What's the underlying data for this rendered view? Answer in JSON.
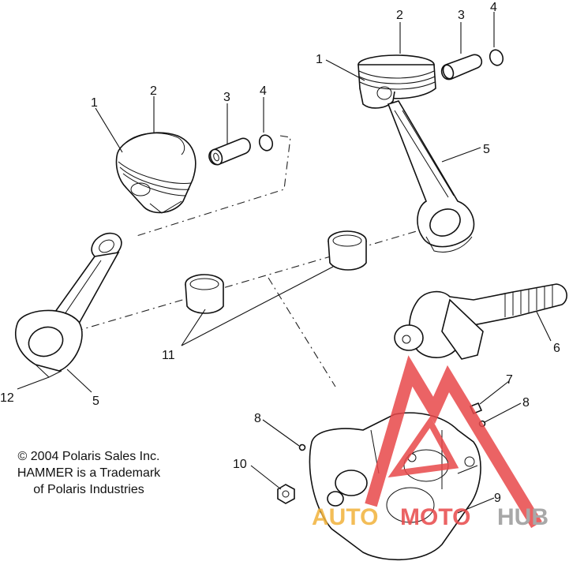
{
  "callouts": {
    "upper_piston_num": "1",
    "upper_piston_crown_num": "2",
    "upper_pin_num": "3",
    "upper_clip_num": "4",
    "upper_rod_num": "5",
    "left_piston_num": "1",
    "left_crown_num": "2",
    "left_pin_num": "3",
    "left_clip_num": "4",
    "lower_rod_num": "5",
    "output_shaft_num": "6",
    "dowel_right_num": "7",
    "plug_right_num": "8",
    "plug_left_num": "8",
    "crankshaft_num": "9",
    "nut_num": "10",
    "bearings_num": "11",
    "rod_bolt_num": "12"
  },
  "copyright": {
    "line1": "© 2004 Polaris Sales Inc.",
    "line2": "HAMMER is a Trademark",
    "line3": "of Polaris Industries"
  },
  "watermark": {
    "text_orange": "AUTO",
    "text_red": "MOTO",
    "text_gray": "HUB",
    "colors": {
      "red": "#e8484a",
      "orange": "#f2b23a",
      "gray": "#9a9a9a"
    }
  }
}
